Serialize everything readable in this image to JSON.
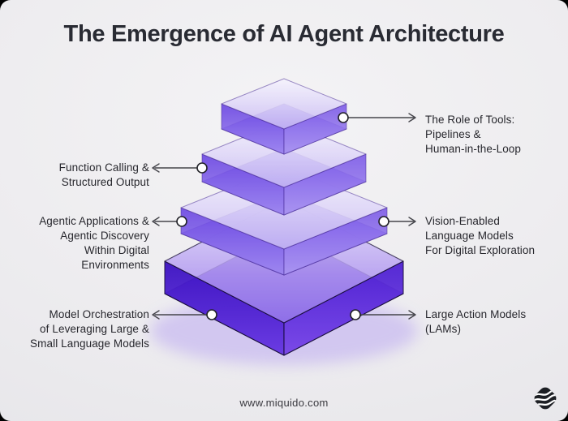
{
  "title": "The Emergence of AI Agent Architecture",
  "diagram": {
    "type": "layered-pyramid",
    "layer_count": 4,
    "annotations": [
      {
        "id": "role-of-tools",
        "layer": 1,
        "side": "right",
        "text": "The Role of Tools:\nPipelines &\nHuman-in-the-Loop"
      },
      {
        "id": "function-calling",
        "layer": 2,
        "side": "left",
        "text": "Function Calling &\nStructured Output"
      },
      {
        "id": "agentic-applications",
        "layer": 3,
        "side": "left",
        "text": "Agentic Applications &\nAgentic Discovery\nWithin Digital\nEnvironments"
      },
      {
        "id": "vision-enabled",
        "layer": 3,
        "side": "right",
        "text": "Vision-Enabled\nLanguage Models\nFor Digital Exploration"
      },
      {
        "id": "model-orchestration",
        "layer": 4,
        "side": "left",
        "text": "Model Orchestration\nof Leveraging Large &\nSmall Language Models"
      },
      {
        "id": "large-action-models",
        "layer": 4,
        "side": "right",
        "text": "Large Action Models\n(LAMs)"
      }
    ],
    "colors": {
      "layer_top_face": "#ece8fb",
      "layer_mid": "#8d74ec",
      "layer_side": "#6f4ce4",
      "base_dark": "#4a1ecb",
      "connector": "#45454b",
      "text": "#27272d"
    }
  },
  "footer": {
    "website": "www.miquido.com",
    "logo_icon": "miquido-logo"
  }
}
